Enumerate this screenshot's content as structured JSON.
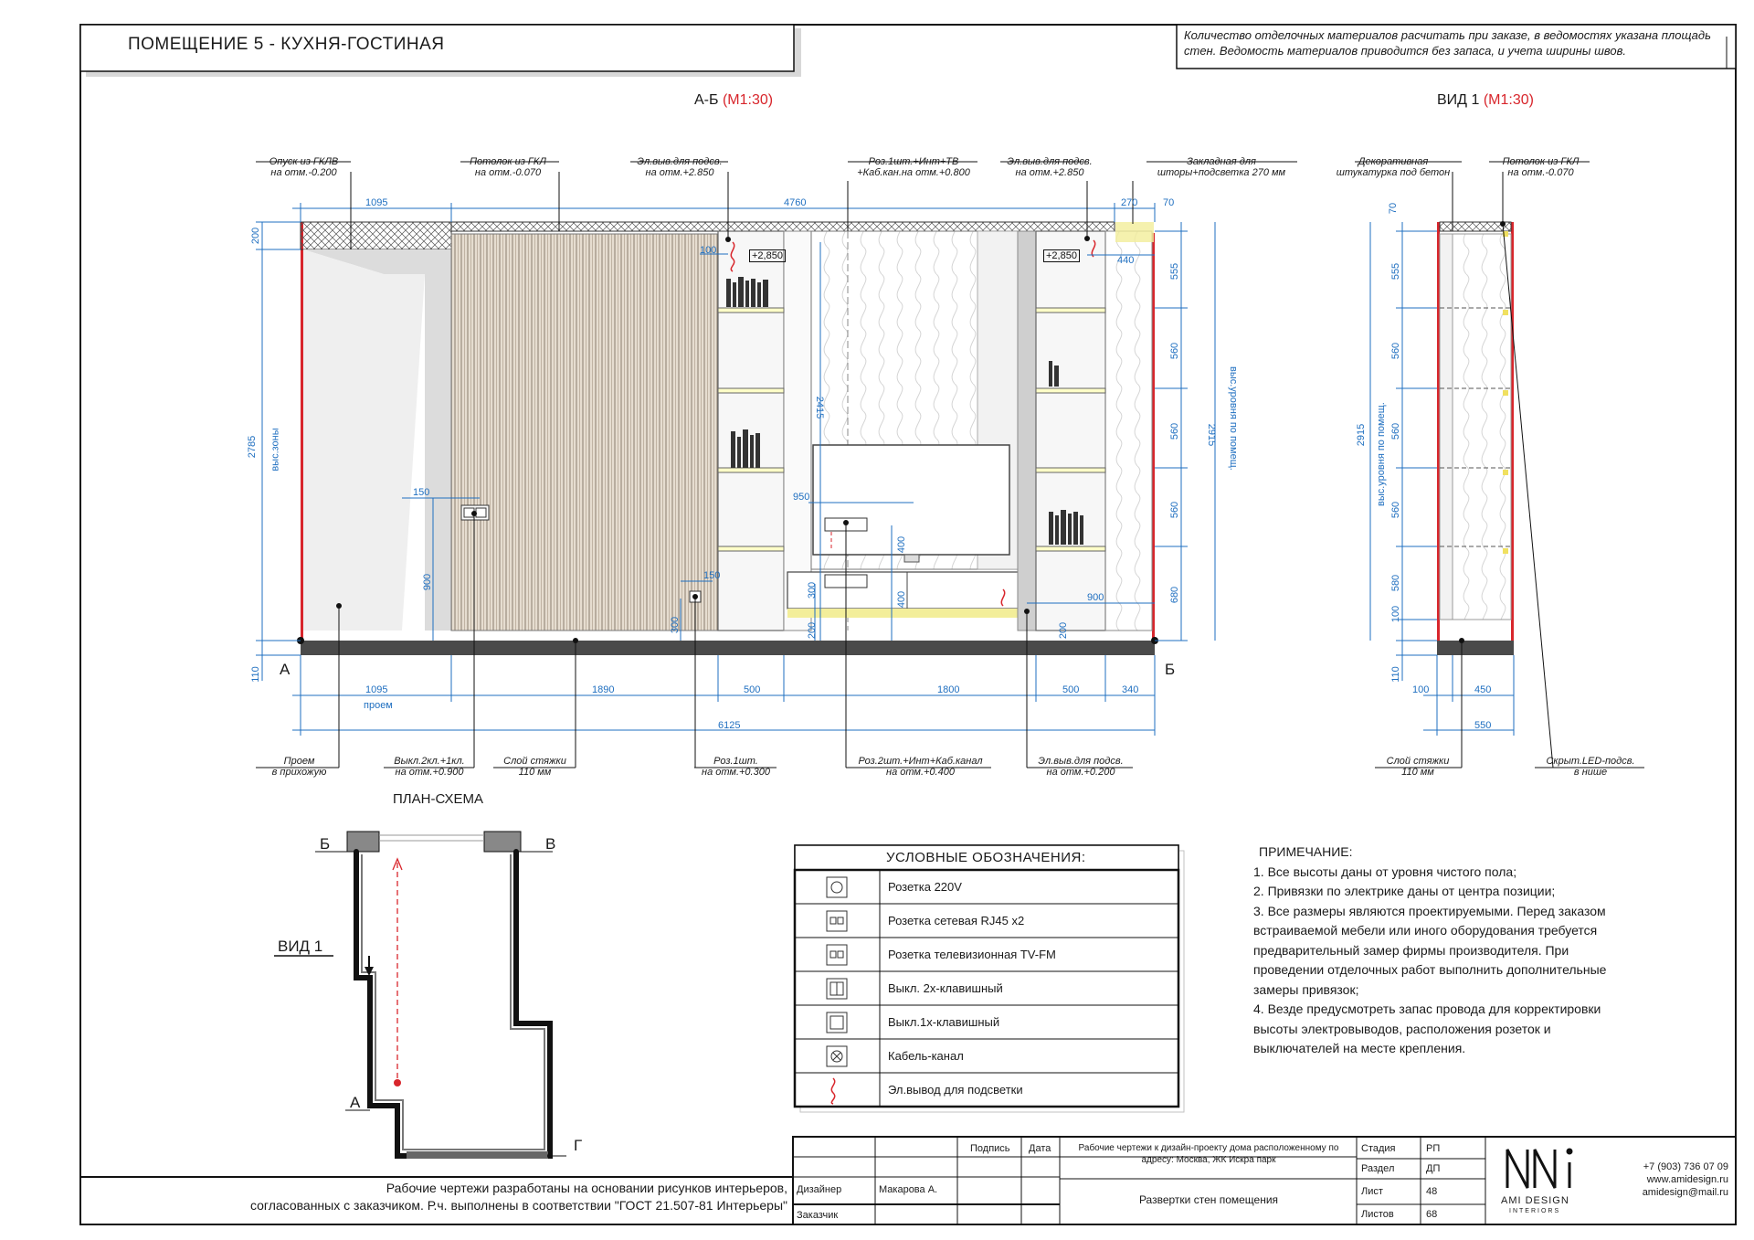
{
  "header": {
    "room_title": "ПОМЕЩЕНИЕ 5 - КУХНЯ-ГОСТИНАЯ",
    "top_note": "Количество отделочных материалов расчитать при заказе, в ведомостях указана площадь стен. Ведомость материалов приводится без запаса, и учета ширины швов."
  },
  "views": {
    "ab_title": "А-Б",
    "ab_scale": "(М1:30)",
    "v1_title": "ВИД 1",
    "v1_scale": "(М1:30)"
  },
  "ab_callouts_top": [
    {
      "l1": "Опуск из ГКЛВ",
      "l2": "на отм.-0.200"
    },
    {
      "l1": "Потолок из ГКЛ",
      "l2": "на отм.-0.070"
    },
    {
      "l1": "Эл.выв.для подсв.",
      "l2": "на отм.+2.850"
    },
    {
      "l1": "Роз.1шт.+Инт+ТВ",
      "l2": "+Каб.кан.на отм.+0.800"
    },
    {
      "l1": "Эл.выв.для подсв.",
      "l2": "на отм.+2.850"
    },
    {
      "l1": "Закладная для",
      "l2": "шторы+подсветка 270 мм"
    }
  ],
  "ab_callouts_bottom": [
    {
      "l1": "Проем",
      "l2": "в прихожую"
    },
    {
      "l1": "Выкл.2кл.+1кл.",
      "l2": "на отм.+0.900"
    },
    {
      "l1": "Слой стяжки",
      "l2": "110 мм"
    },
    {
      "l1": "Роз.1шт.",
      "l2": "на отм.+0.300"
    },
    {
      "l1": "Роз.2шт.+Инт+Каб.канал",
      "l2": "на отм.+0.400"
    },
    {
      "l1": "Эл.выв.для подсв.",
      "l2": "на отм.+0.200"
    }
  ],
  "ab_dims": {
    "top_1095": "1095",
    "top_4760": "4760",
    "top_270": "270",
    "top_70": "70",
    "left_200": "200",
    "left_2785": "2785",
    "left_zone": "выс.зоны",
    "left_110": "110",
    "right_555": "555",
    "right_560a": "560",
    "right_560b": "560",
    "right_560c": "560",
    "right_680": "680",
    "right_2915": "2915",
    "right_label": "выс.уровня по помещ.",
    "inner_100": "100",
    "inner_2850a": "+2,850",
    "inner_2850b": "+2,850",
    "inner_440": "440",
    "inner_2415": "2415",
    "inner_150a": "150",
    "inner_900a": "900",
    "inner_950": "950",
    "inner_400a": "400",
    "inner_400b": "400",
    "inner_300a": "300",
    "inner_300b": "300",
    "inner_150b": "150",
    "inner_200a": "200",
    "inner_200b": "200",
    "inner_900b": "900",
    "bot_1095": "1095",
    "bot_proem": "проем",
    "bot_1890": "1890",
    "bot_500a": "500",
    "bot_1800": "1800",
    "bot_500b": "500",
    "bot_340": "340",
    "bot_6125": "6125",
    "mark_a": "А",
    "mark_b": "Б"
  },
  "v1_callouts_top": [
    {
      "l1": "Декоративная",
      "l2": "штукатурка под бетон"
    },
    {
      "l1": "Потолок из ГКЛ",
      "l2": "на отм.-0.070"
    }
  ],
  "v1_callouts_bottom": [
    {
      "l1": "Слой стяжки",
      "l2": "110 мм"
    },
    {
      "l1": "Скрыт.LED-подсв.",
      "l2": "в нише"
    }
  ],
  "v1_dims": {
    "d70": "70",
    "d555": "555",
    "d560a": "560",
    "d560b": "560",
    "d560c": "560",
    "d580": "580",
    "d100v": "100",
    "d110": "110",
    "d2915": "2915",
    "label": "выс.уровня по помещ.",
    "d100": "100",
    "d450": "450",
    "d550": "550"
  },
  "plan": {
    "title": "ПЛАН-СХЕМА",
    "b": "Б",
    "v": "В",
    "a": "А",
    "g": "Г",
    "view1": "ВИД 1"
  },
  "legend": {
    "title": "УСЛОВНЫЕ ОБОЗНАЧЕНИЯ:",
    "items": [
      {
        "icon": "socket-220v-icon",
        "label": "Розетка 220V"
      },
      {
        "icon": "socket-rj45-icon",
        "label": "Розетка сетевая RJ45 x2"
      },
      {
        "icon": "socket-tv-icon",
        "label": "Розетка телевизионная TV-FM"
      },
      {
        "icon": "switch-2key-icon",
        "label": "Выкл. 2х-клавишный"
      },
      {
        "icon": "switch-1key-icon",
        "label": "Выкл.1х-клавишный"
      },
      {
        "icon": "cable-channel-icon",
        "label": "Кабель-канал"
      },
      {
        "icon": "light-outlet-icon",
        "label": "Эл.вывод для подсветки"
      }
    ]
  },
  "notes": {
    "title": "ПРИМЕЧАНИЕ:",
    "lines": [
      "1. Все высоты даны от уровня чистого пола;",
      "2. Привязки по электрике даны от центра позиции;",
      "3. Все размеры являются проектируемыми. Перед заказом",
      "встраиваемой мебели или иного оборудования требуется",
      "предварительный замер фирмы производителя.   При",
      "проведении отделочных работ выполнить дополнительные",
      "замеры привязок;",
      "4. Везде предусмотреть запас провода для корректировки",
      "высоты электровыводов, расположения розеток и",
      "выключателей на месте крепления."
    ]
  },
  "footer_note": {
    "l1": "Рабочие чертежи разработаны на основании рисунков интерьеров,",
    "l2": "согласованных с заказчиком. Р.ч. выполнены в соответствии \"ГОСТ 21.507-81 Интерьеры\""
  },
  "title_block": {
    "podpis": "Подпись",
    "data": "Дата",
    "project": "Рабочие чертежи к дизайн-проекту дома расположенному по адресу: Москва, ЖК Искра парк",
    "sheet_name": "Развертки стен помещения",
    "designer_label": "Дизайнер",
    "designer_name": "Макарова А.",
    "client_label": "Заказчик",
    "stage_label": "Стадия",
    "stage_value": "РП",
    "section_label": "Раздел",
    "section_value": "ДП",
    "sheet_label": "Лист",
    "sheet_value": "48",
    "sheets_label": "Листов",
    "sheets_value": "68",
    "logo_text": "AMI DESIGN",
    "logo_sub": "INTERIORS",
    "phone": "+7 (903) 736 07 09",
    "site": "www.amidesign.ru",
    "email": "amidesign@mail.ru"
  },
  "colors": {
    "dim": "#1f6fc0",
    "red": "#d8262c",
    "led": "#f3ee9a",
    "frame": "#111111"
  }
}
